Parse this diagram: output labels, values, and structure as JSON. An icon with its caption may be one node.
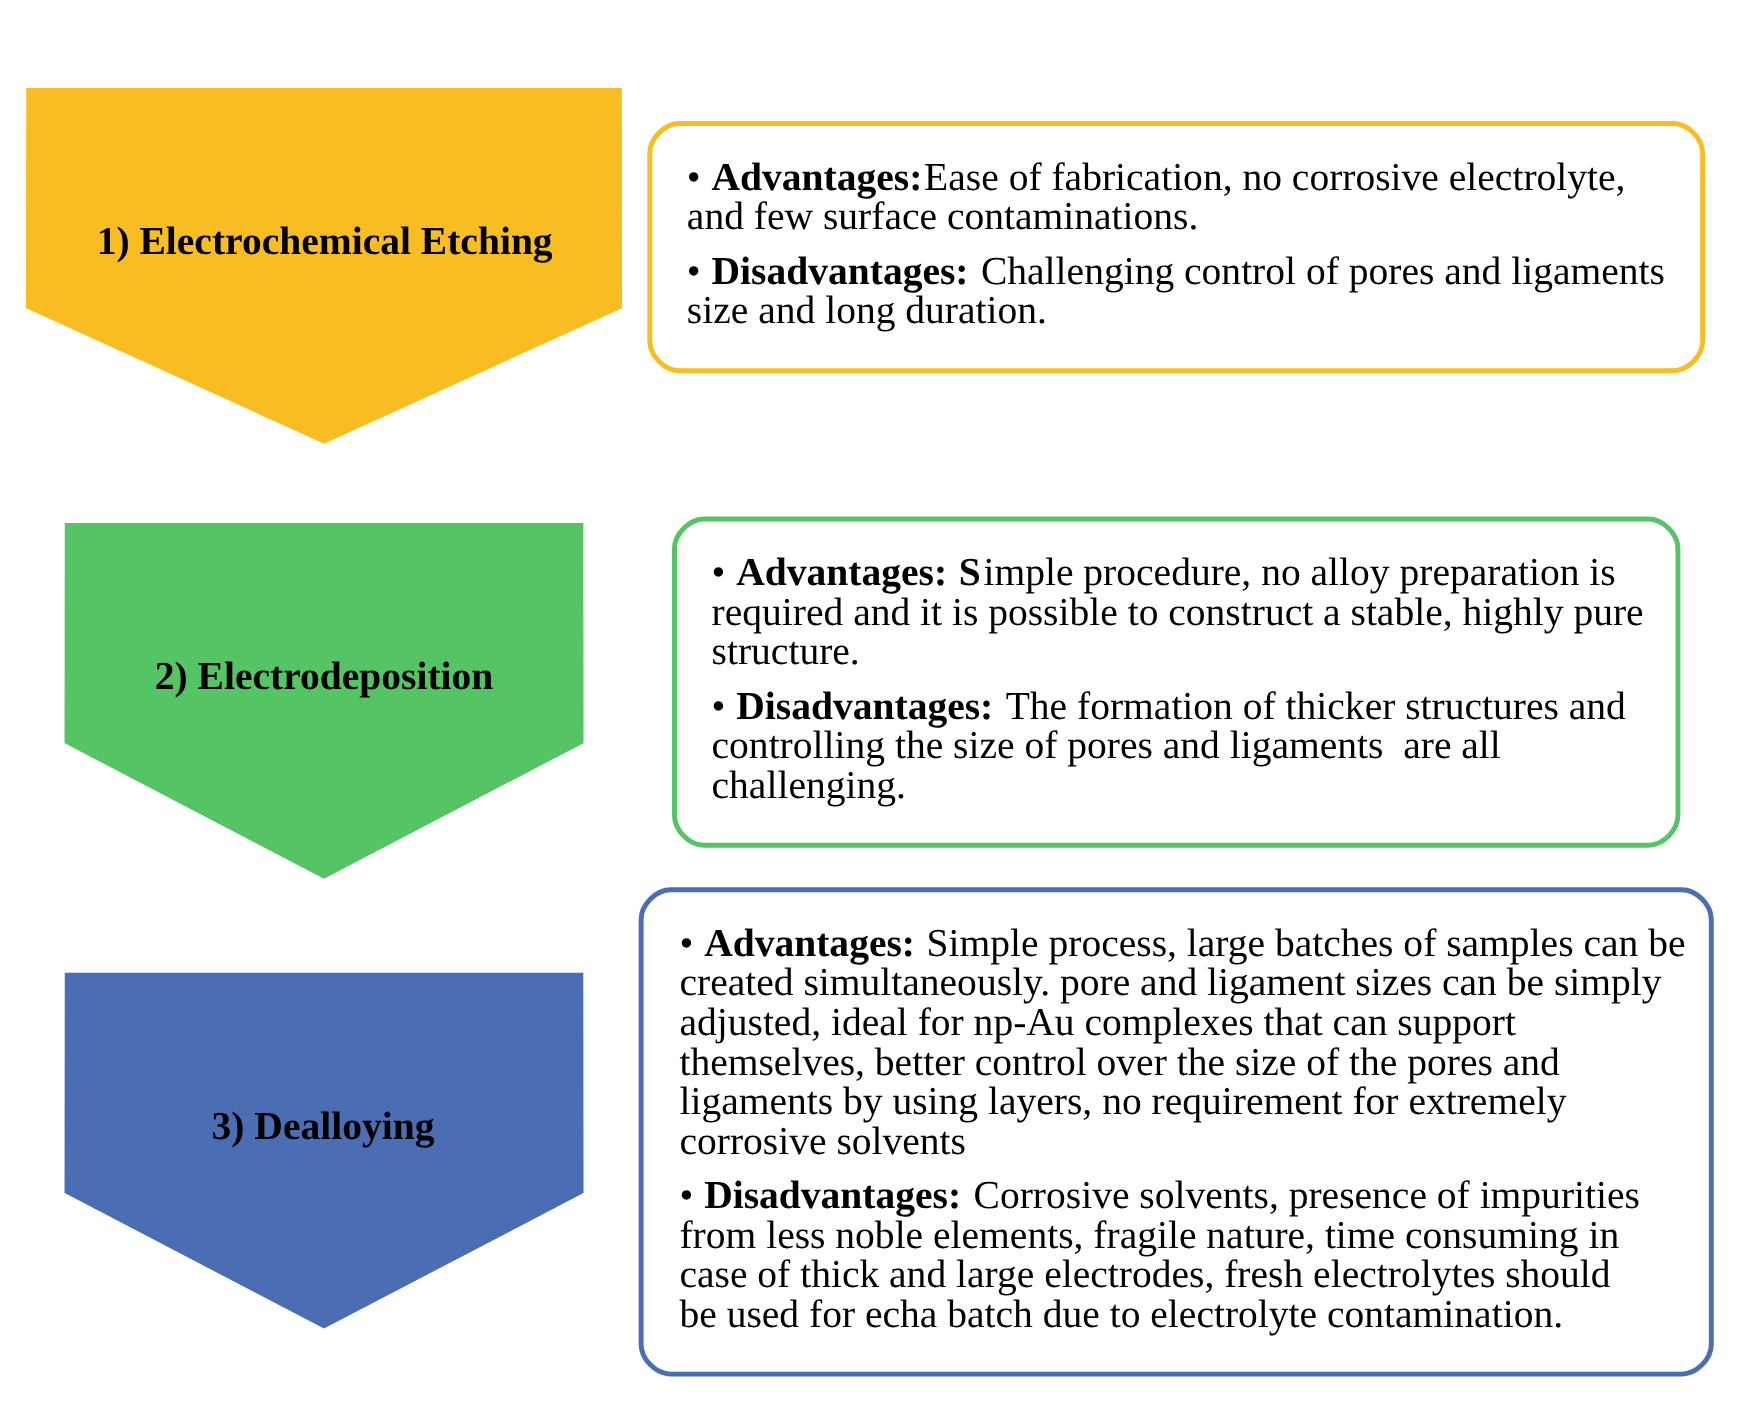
{
  "diagram": {
    "nodes": [
      {
        "text": [
          "1) Electrochemical Etching"
        ]
      },
      {
        "text": [
          "• **Advantages:**Ease of fabrication, no corrosive electrolyte, and few surface contaminations.",
          "• **Disadvantages:** Challenging control of pores and ligaments size and long duration."
        ]
      },
      {
        "text": [
          "2) Electrodeposition"
        ]
      },
      {
        "text": [
          "• **Advantages: S**imple procedure, no alloy preparation is required and it is possible to construct a stable, highly pure structure.",
          "• **Disadvantages:** The formation of thicker structures and controlling the size of pores and ligaments  are all challenging."
        ]
      },
      {
        "text": [
          "3) Dealloying"
        ]
      },
      {
        "text": [
          "• **Advantages:** Simple process, large batches of samples can be created simultaneously. pore and ligament sizes can be simply adjusted, ideal for np-Au complexes that can support themselves, better control over the size of the pores and ligaments by using layers, no requirement for extremely corrosive solvents",
          "• **Disadvantages:** Corrosive solvents, presence of impurities from less noble elements, fragile nature, time consuming in case of thick and large electrodes, fresh electrolytes should be used for echa batch due to electrolyte contamination."
        ]
      }
    ],
    "edges": []
  }
}
